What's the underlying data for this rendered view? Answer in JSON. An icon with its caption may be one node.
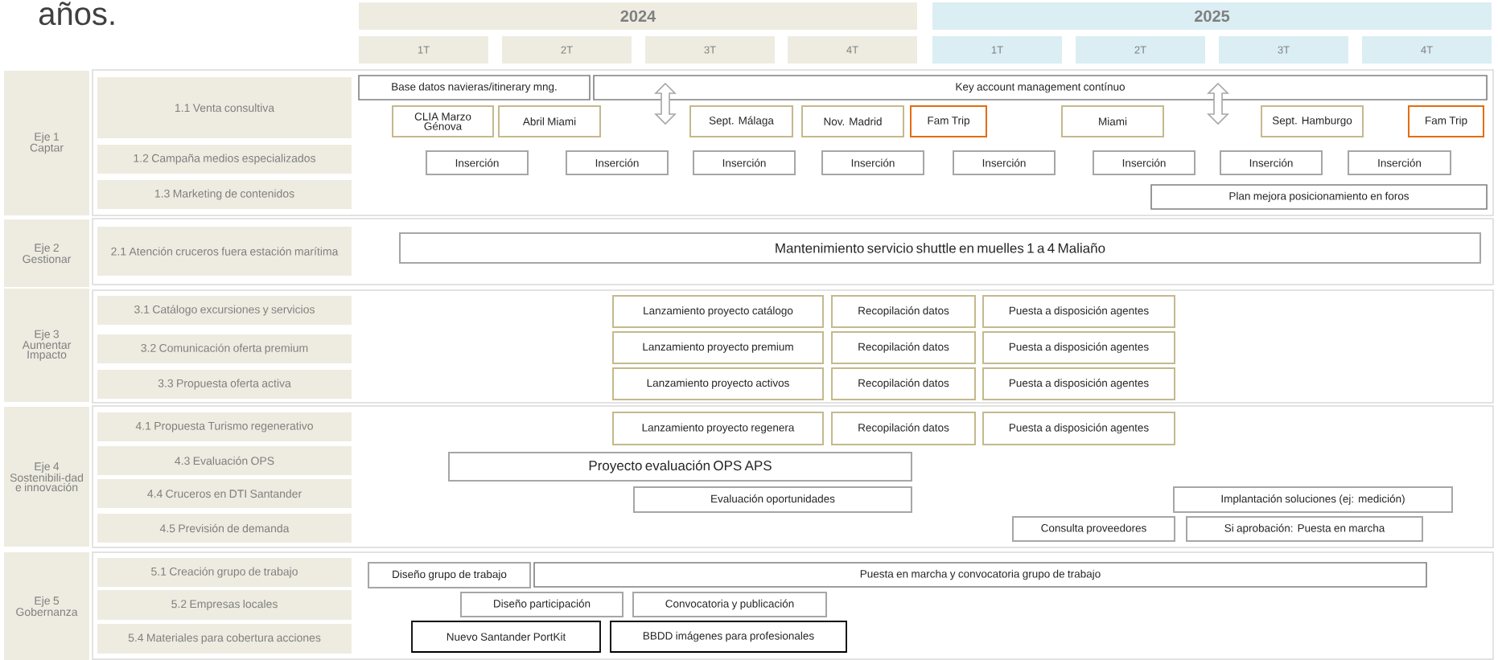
{
  "diagram": {
    "title": "años.",
    "nodes": [
      {
        "text": [
          "2024"
        ]
      },
      {
        "text": [
          "2025"
        ]
      },
      {
        "text": [
          "1T"
        ]
      },
      {
        "text": [
          "2T"
        ]
      },
      {
        "text": [
          "3T"
        ]
      },
      {
        "text": [
          "4T"
        ]
      },
      {
        "text": [
          "1T"
        ]
      },
      {
        "text": [
          "2T"
        ]
      },
      {
        "text": [
          "3T"
        ]
      },
      {
        "text": [
          "4T"
        ]
      },
      {
        "text": [
          "Eje 1",
          "Captar"
        ]
      },
      {
        "text": [
          "1.1 Venta consultiva"
        ]
      },
      {
        "text": [
          "1.2 Campaña medios especializados"
        ]
      },
      {
        "text": [
          "1.3 Marketing de contenidos"
        ]
      },
      {
        "text": [
          "Base datos navieras/itinerary mng."
        ]
      },
      {
        "text": [
          "Key account management contínuo"
        ]
      },
      {
        "text": [
          "CLIA Marzo Génova"
        ]
      },
      {
        "text": [
          "Abril Miami"
        ]
      },
      {
        "text": [
          "Sept. Málaga"
        ]
      },
      {
        "text": [
          "Nov. Madrid"
        ]
      },
      {
        "text": [
          "Fam Trip"
        ]
      },
      {
        "text": [
          "Miami"
        ]
      },
      {
        "text": [
          "Sept. Hamburgo"
        ]
      },
      {
        "text": [
          "Fam Trip"
        ]
      },
      {
        "text": [
          "Inserción"
        ]
      },
      {
        "text": [
          "Inserción"
        ]
      },
      {
        "text": [
          "Inserción"
        ]
      },
      {
        "text": [
          "Inserción"
        ]
      },
      {
        "text": [
          "Inserción"
        ]
      },
      {
        "text": [
          "Inserción"
        ]
      },
      {
        "text": [
          "Inserción"
        ]
      },
      {
        "text": [
          "Inserción"
        ]
      },
      {
        "text": [
          "Plan mejora posicionamiento en foros"
        ]
      },
      {
        "text": [
          "Eje 2",
          "Gestionar"
        ]
      },
      {
        "text": [
          "2.1 Atención cruceros fuera estación marítima"
        ]
      },
      {
        "text": [
          "Mantenimiento servicio shuttle en muelles 1 a 4 Maliaño"
        ]
      },
      {
        "text": [
          "Eje 3",
          "Aumentar Impacto"
        ]
      },
      {
        "text": [
          "3.1 Catálogo excursiones y servicios"
        ]
      },
      {
        "text": [
          "Lanzamiento proyecto catálogo"
        ]
      },
      {
        "text": [
          "Recopilación datos"
        ]
      },
      {
        "text": [
          "Puesta a disposición agentes"
        ]
      },
      {
        "text": [
          "3.2 Comunicación oferta premium"
        ]
      },
      {
        "text": [
          "Lanzamiento proyecto premium"
        ]
      },
      {
        "text": [
          "Recopilación datos"
        ]
      },
      {
        "text": [
          "Puesta a disposición agentes"
        ]
      },
      {
        "text": [
          "3.3 Propuesta oferta activa"
        ]
      },
      {
        "text": [
          "Lanzamiento proyecto activos"
        ]
      },
      {
        "text": [
          "Recopilación datos"
        ]
      },
      {
        "text": [
          "Puesta a disposición agentes"
        ]
      },
      {
        "text": [
          "Eje 4",
          "Sostenibili-dad e innovación"
        ]
      },
      {
        "text": [
          "4.1 Propuesta Turismo regenerativo"
        ]
      },
      {
        "text": [
          "Lanzamiento proyecto regenera"
        ]
      },
      {
        "text": [
          "Recopilación datos"
        ]
      },
      {
        "text": [
          "Puesta a disposición agentes"
        ]
      },
      {
        "text": [
          "4.3 Evaluación OPS"
        ]
      },
      {
        "text": [
          "Proyecto evaluación OPS APS"
        ]
      },
      {
        "text": [
          "4.4 Cruceros en DTI Santander"
        ]
      },
      {
        "text": [
          "Evaluación oportunidades"
        ]
      },
      {
        "text": [
          "Implantación soluciones (ej: medición)"
        ]
      },
      {
        "text": [
          "4.5 Previsión de demanda"
        ]
      },
      {
        "text": [
          "Consulta proveedores"
        ]
      },
      {
        "text": [
          "Si aprobación: Puesta en marcha"
        ]
      },
      {
        "text": [
          "Eje 5",
          "Gobernanza"
        ]
      },
      {
        "text": [
          "5.1 Creación grupo de trabajo"
        ]
      },
      {
        "text": [
          "Diseño grupo de trabajo"
        ]
      },
      {
        "text": [
          "Puesta en marcha y convocatoria grupo de trabajo"
        ]
      },
      {
        "text": [
          "5.2 Empresas locales"
        ]
      },
      {
        "text": [
          "Diseño participación"
        ]
      },
      {
        "text": [
          "Convocatoria y publicación"
        ]
      },
      {
        "text": [
          "5.4 Materiales para cobertura acciones"
        ]
      },
      {
        "text": [
          "Nuevo Santander PortKit"
        ]
      },
      {
        "text": [
          "BBDD imágenes para profesionales"
        ]
      }
    ]
  }
}
